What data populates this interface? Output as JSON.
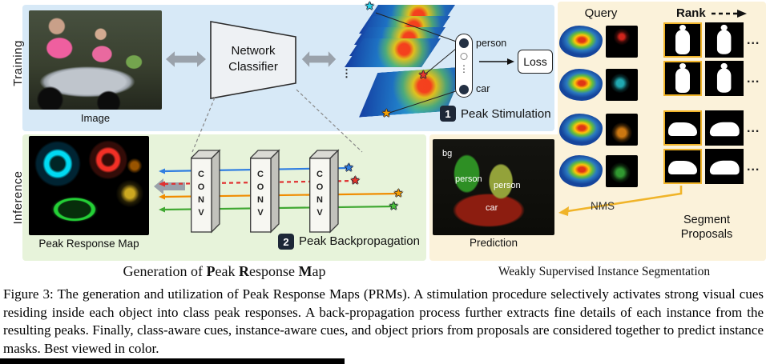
{
  "colors": {
    "training_bg": "#d7e9f7",
    "inference_bg": "#e7f3da",
    "segmentation_bg": "#fbf2da",
    "selection_yellow": "#f0b429",
    "badge_dark": "#1d2737",
    "arrow_gray": "#9aa2ab"
  },
  "left": {
    "training_label": "Training",
    "inference_label": "Inference",
    "image_label": "Image",
    "classifier_line1": "Network",
    "classifier_line2": "Classifier",
    "person_label": "person",
    "car_label": "car",
    "loss_label": "Loss",
    "dots": "⋮",
    "step1_num": "1",
    "step1_label": "Peak Stimulation",
    "prm_label": "Peak Response Map",
    "conv_label": "CONV",
    "step2_num": "2",
    "step2_label": "Peak Backpropagation",
    "caption": {
      "t0": "Generation of ",
      "b1": "P",
      "t1": "eak ",
      "b2": "R",
      "t2": "esponse ",
      "b3": "M",
      "t3": "ap"
    }
  },
  "right": {
    "query_label": "Query",
    "rank_label": "Rank",
    "ellipsis": "...",
    "nms_label": "NMS",
    "seg_line1": "Segment",
    "seg_line2": "Proposals",
    "prediction_label": "Prediction",
    "pred_bg": "bg",
    "pred_person1": "person",
    "pred_person2": "person",
    "pred_car": "car",
    "caption": "Weakly Supervised Instance Segmentation"
  },
  "figure_caption": "Figure 3: The generation and utilization of Peak Response Maps (PRMs). A stimulation procedure selectively activates strong visual cues residing inside each object into class peak responses. A back-propagation process further extracts fine details of each instance from the resulting peaks. Finally, class-aware cues, instance-aware cues, and object priors from proposals are considered together to predict instance masks. Best viewed in color."
}
